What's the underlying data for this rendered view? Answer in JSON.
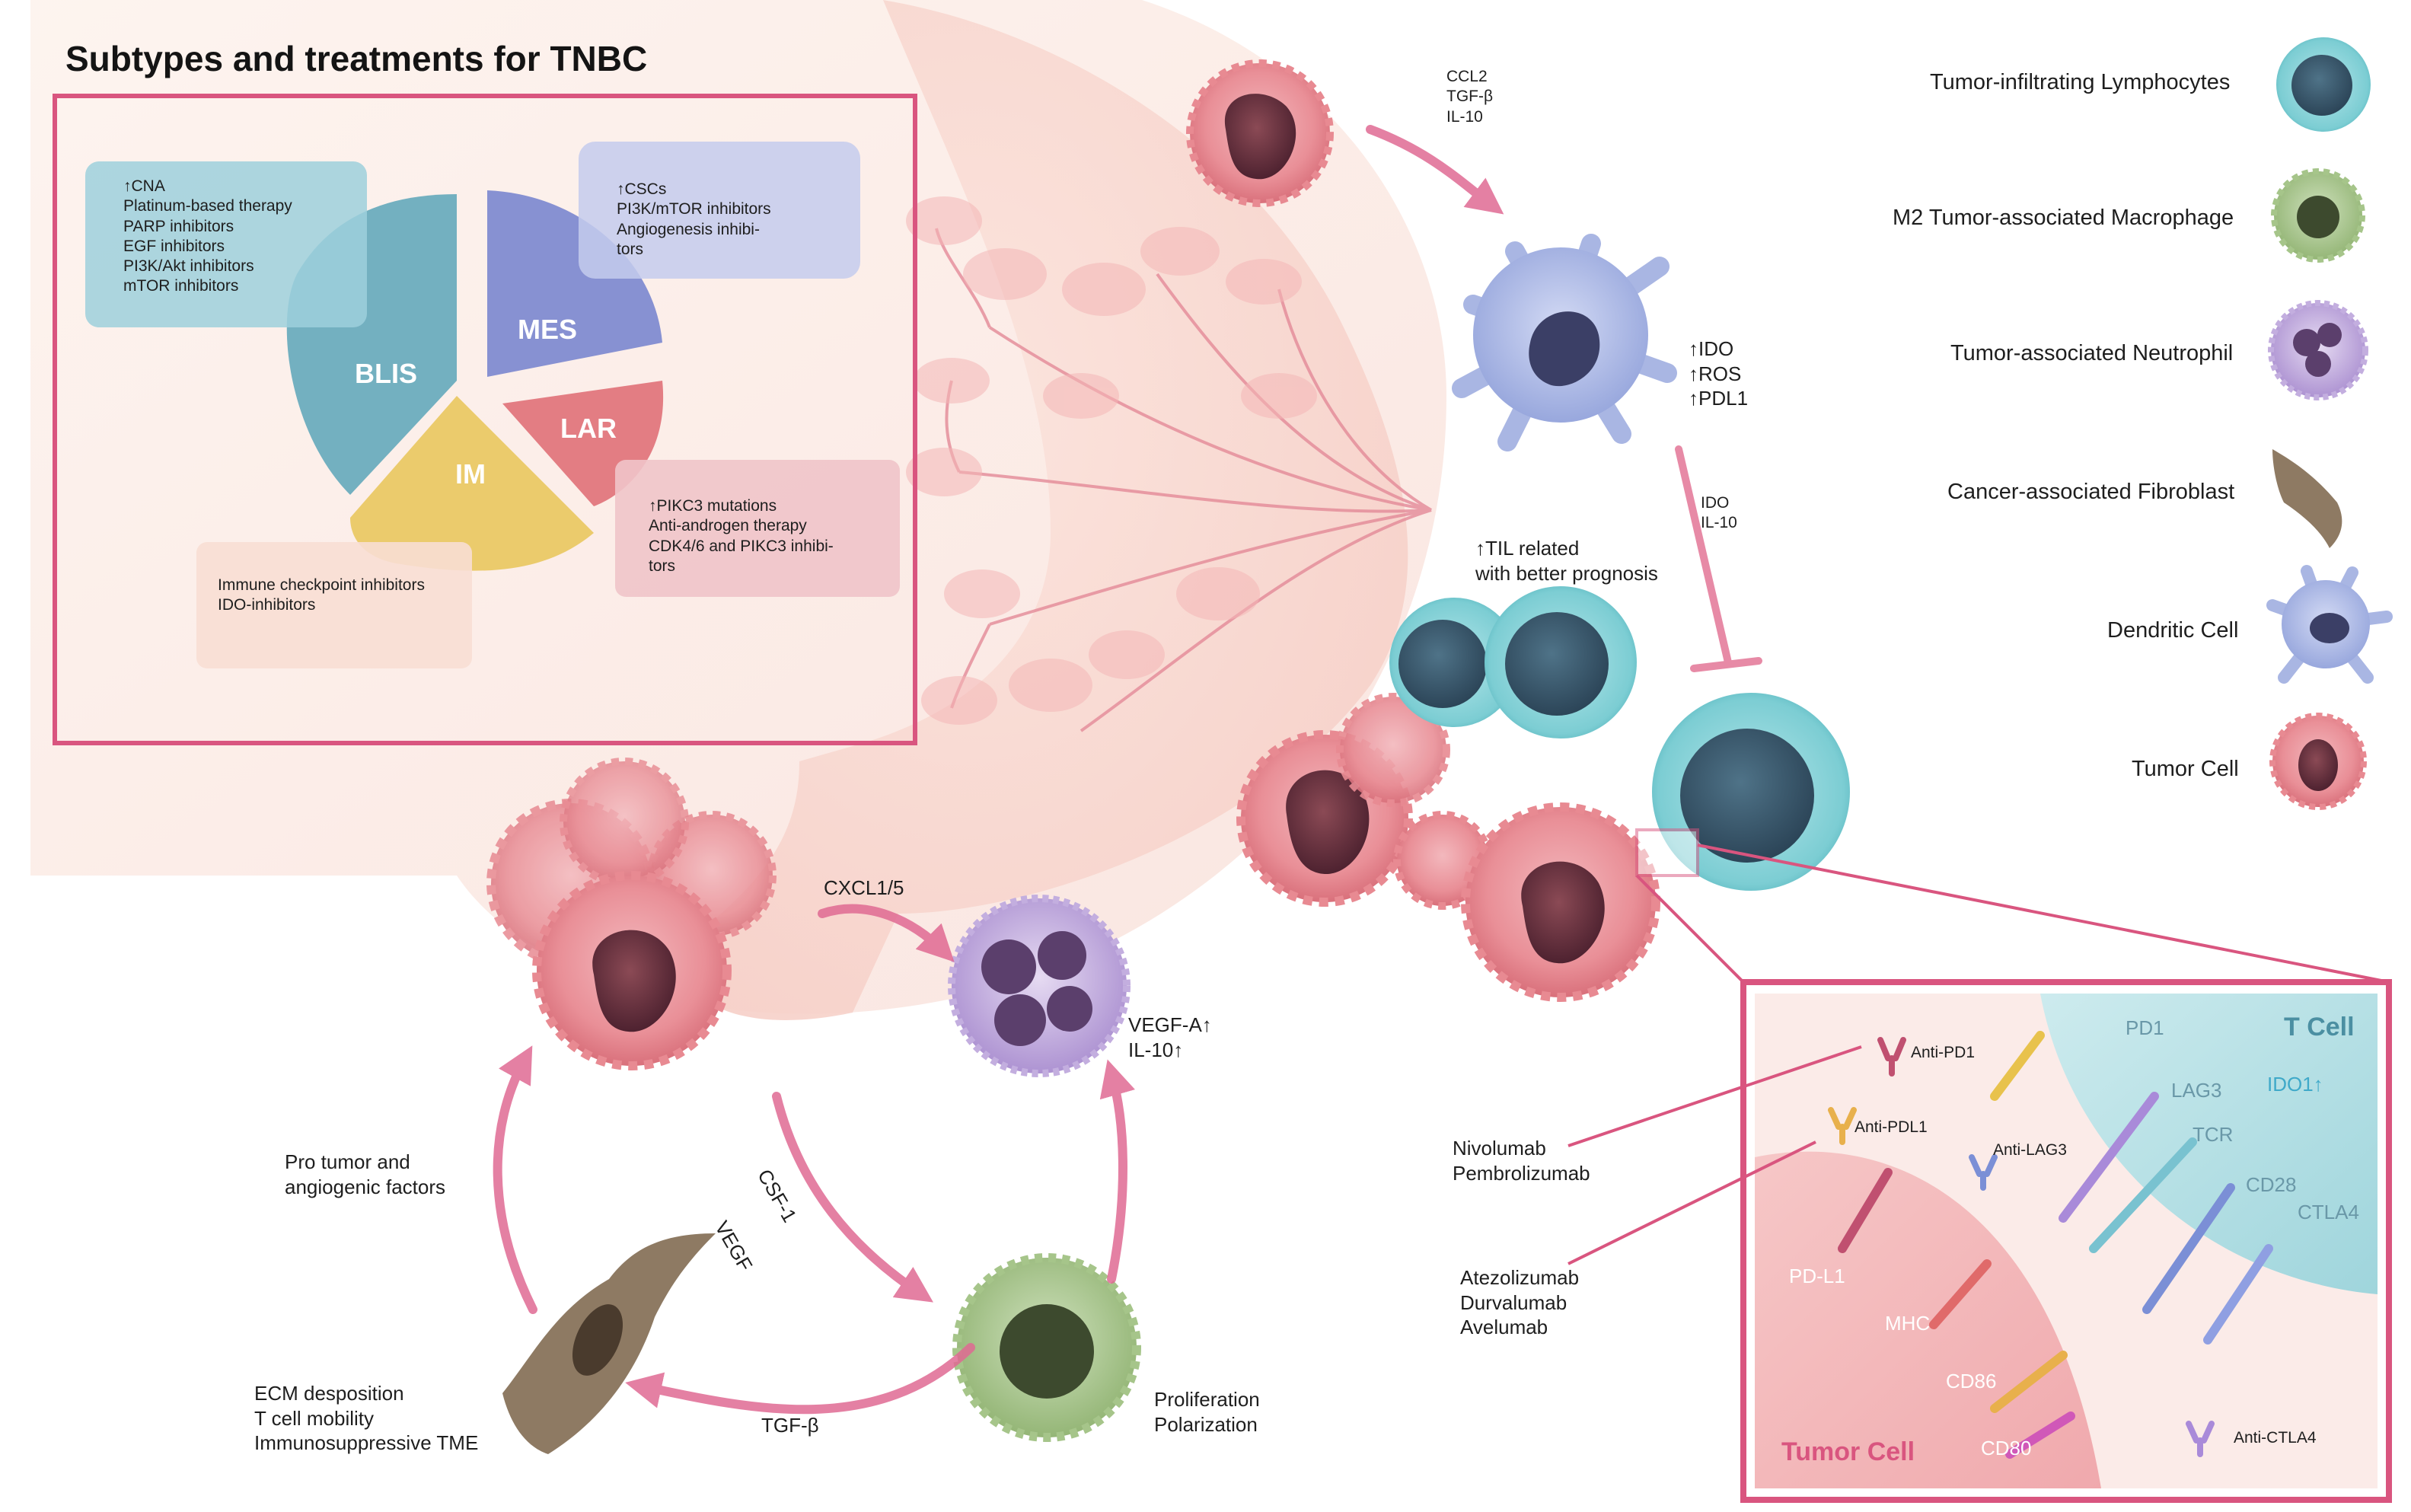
{
  "title": "Subtypes and treatments for TNBC",
  "subtypes": {
    "blis": "BLIS",
    "mes": "MES",
    "lar": "LAR",
    "im": "IM"
  },
  "subtype_boxes": {
    "blis": "↑CNA\nPlatinum-based therapy\nPARP inhibitors\nEGF inhibitors\nPI3K/Akt inhibitors\nmTOR inhibitors",
    "mes": "↑CSCs\nPI3K/mTOR inhibitors\nAngiogenesis inhibi-\ntors",
    "lar": "↑PIKC3 mutations\nAnti-androgen therapy\nCDK4/6 and PIKC3 inhibi-\ntors",
    "im": "Immune checkpoint inhibitors\nIDO-inhibitors"
  },
  "legend": [
    {
      "label": "Tumor-infiltrating  Lymphocytes",
      "cell": "lymphocyte"
    },
    {
      "label": "M2 Tumor-associated Macrophage",
      "cell": "macrophage"
    },
    {
      "label": "Tumor-associated Neutrophil",
      "cell": "neutrophil"
    },
    {
      "label": "Cancer-associated Fibroblast",
      "cell": "fibroblast"
    },
    {
      "label": "Dendritic Cell",
      "cell": "dendritic"
    },
    {
      "label": "Tumor Cell",
      "cell": "tumor"
    }
  ],
  "signals": {
    "tumor_to_dc": "CCL2\nTGF-β\nIL-10",
    "dc_effects": "↑IDO\n↑ROS\n↑PDL1",
    "dc_to_t": "IDO\nIL-10",
    "til_note": "↑TIL related\nwith better prognosis",
    "cxcl": "CXCL1/5",
    "neutrophil_out": "VEGF-A↑\nIL-10↑",
    "csf": "CSF-1",
    "vegf": "VEGF",
    "tgf": "TGF-β",
    "pro_tumor": "Pro tumor and\nangiogenic factors",
    "ecm": "ECM desposition\nT cell mobility\nImmunosuppressive TME",
    "prolif": "Proliferation\nPolarization"
  },
  "drugs": {
    "pd1_drugs": "Nivolumab\nPembrolizumab",
    "pdl1_drugs": "Atezolizumab\nDurvalumab\nAvelumab"
  },
  "inset": {
    "t_cell": "T Cell",
    "tumor_cell": "Tumor Cell",
    "ido1": "IDO1↑",
    "anti_pd1": "Anti-PD1",
    "anti_pdl1": "Anti-PDL1",
    "anti_lag3": "Anti-LAG3",
    "anti_ctla4": "Anti-CTLA4",
    "pd1": "PD1",
    "lag3": "LAG3",
    "tcr": "TCR",
    "cd28": "CD28",
    "ctla4": "CTLA4",
    "pdl1": "PD-L1",
    "mhc": "MHC",
    "cd86": "CD86",
    "cd80": "CD80"
  },
  "colors": {
    "frame": "#d9557f",
    "tumor": "#e88a92",
    "lymphocyte": "#7ccdd3",
    "dendritic": "#a9b6e3",
    "neutrophil": "#b9a3d9",
    "macrophage": "#a6c58a",
    "fibroblast": "#8e7a63",
    "blis": "#5aa5b8",
    "mes": "#7a86cf",
    "lar": "#e07078",
    "im": "#e9c75e"
  }
}
